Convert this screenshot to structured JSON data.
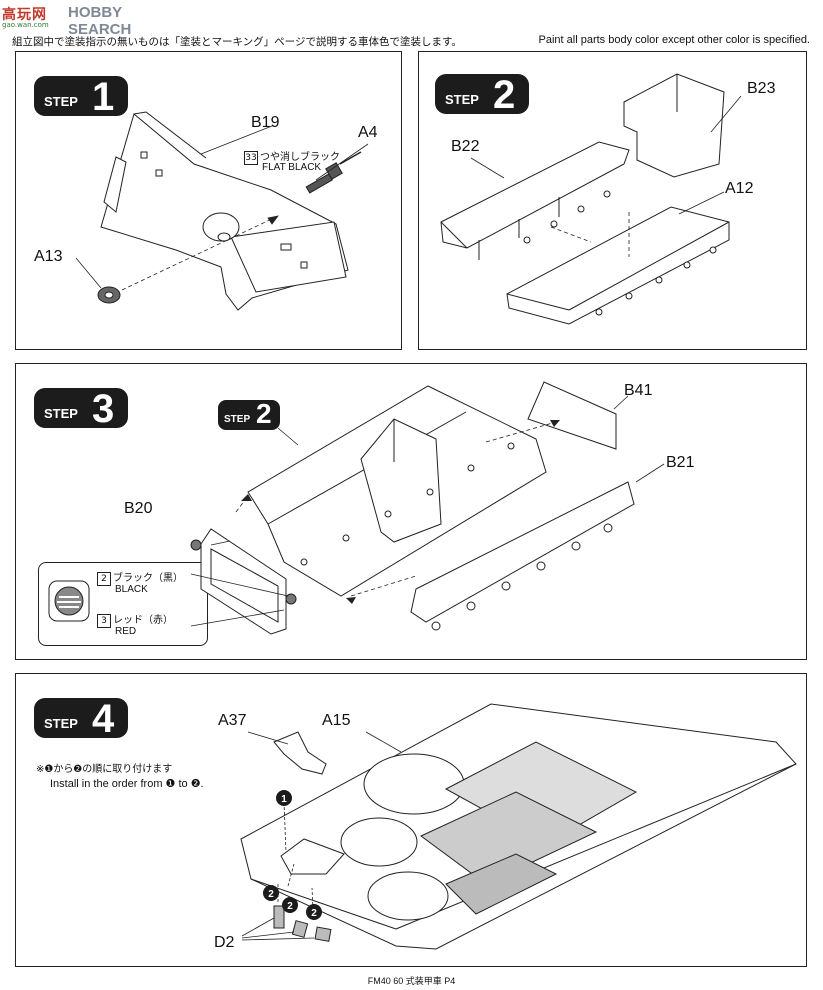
{
  "watermark": {
    "logo": "高玩网",
    "text": "HOBBY SEARCH",
    "url": "gao.wan.com"
  },
  "intro": {
    "jp": "組立図中で塗装指示の無いものは「塗装とマーキング」ページで説明する車体色で塗装します。",
    "en": "Paint all parts body color except other color is specified."
  },
  "steps": [
    {
      "word": "STEP",
      "number": "1",
      "labels": {
        "b19": "B19",
        "a4": "A4",
        "a13": "A13"
      },
      "paint": {
        "code": "33",
        "jp": "つや消しブラック",
        "en": "FLAT BLACK"
      }
    },
    {
      "word": "STEP",
      "number": "2",
      "labels": {
        "b22": "B22",
        "b23": "B23",
        "a12": "A12"
      }
    },
    {
      "word": "STEP",
      "number": "3",
      "sub_step": {
        "word": "STEP",
        "number": "2"
      },
      "labels": {
        "b41": "B41",
        "b21": "B21",
        "b20": "B20"
      },
      "legend": [
        {
          "code": "2",
          "jp": "ブラック（黒）",
          "en": "BLACK"
        },
        {
          "code": "3",
          "jp": "レッド（赤）",
          "en": "RED"
        }
      ]
    },
    {
      "word": "STEP",
      "number": "4",
      "labels": {
        "a37": "A37",
        "a15": "A15",
        "d2": "D2"
      },
      "note_jp": "※❶から❷の順に取り付けます",
      "note_en": "Install in the order from ❶ to ❷.",
      "order_marks": [
        "1",
        "2",
        "2",
        "2"
      ]
    }
  ],
  "footer": {
    "text": "FM40 60 式装甲車 P4"
  },
  "colors": {
    "ink": "#1c1c1c",
    "panel_border": "#222222",
    "watermark_red": "#c0392b",
    "watermark_grey": "#7f8a96"
  }
}
